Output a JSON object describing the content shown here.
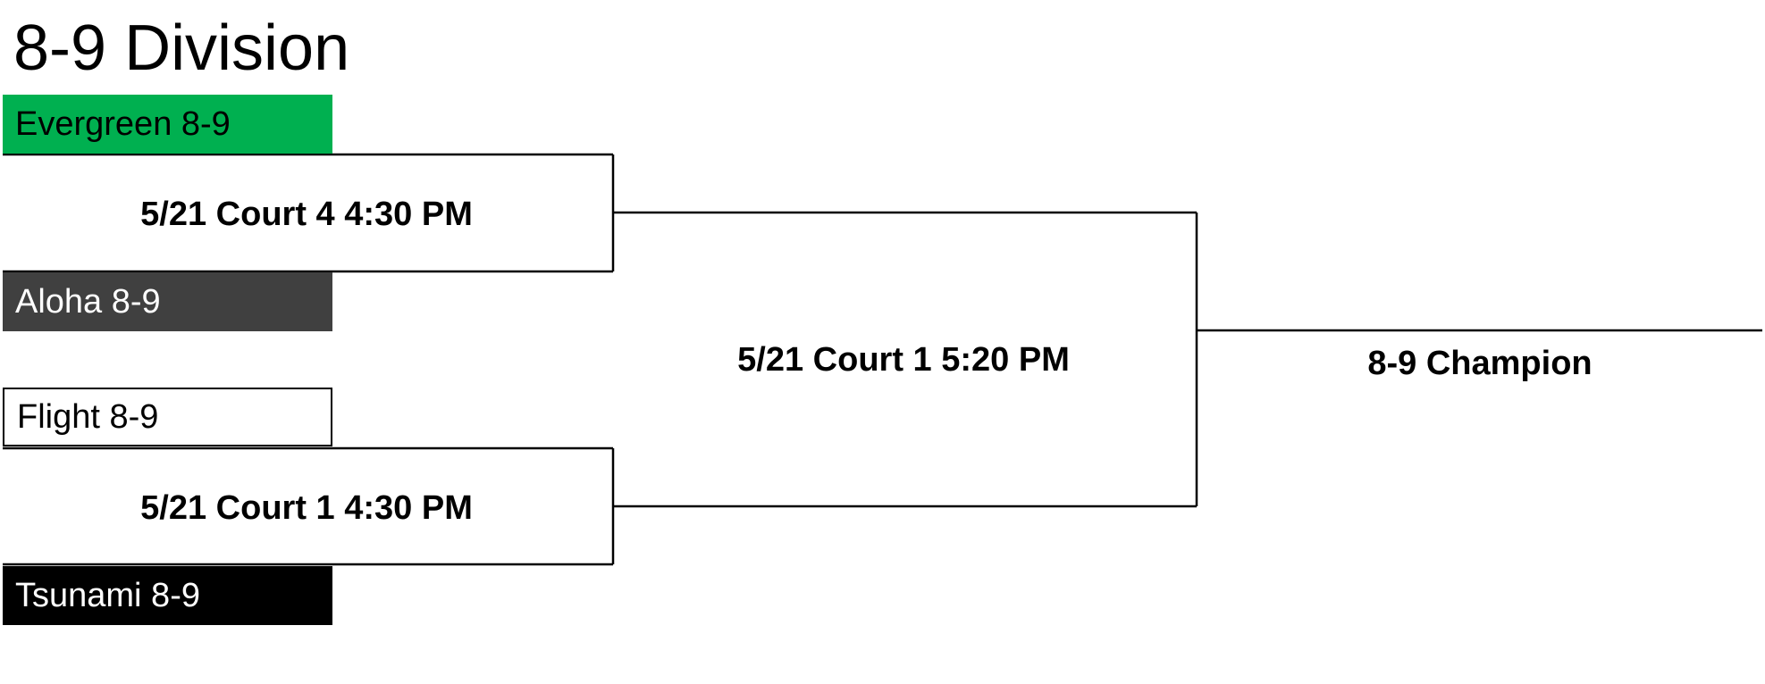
{
  "title": "8-9 Division",
  "teams": [
    {
      "name": "Evergreen 8-9",
      "fill": "#00b050",
      "text_color": "#000000"
    },
    {
      "name": "Aloha 8-9",
      "fill": "#404040",
      "text_color": "#ffffff"
    },
    {
      "name": "Flight 8-9",
      "fill": "#ffffff",
      "text_color": "#000000"
    },
    {
      "name": "Tsunami 8-9",
      "fill": "#000000",
      "text_color": "#ffffff"
    }
  ],
  "games": [
    {
      "label": "5/21 Court 4 4:30 PM"
    },
    {
      "label": "5/21 Court 1 4:30 PM"
    },
    {
      "label": "5/21 Court 1 5:20 PM"
    }
  ],
  "champion_label": "8-9 Champion"
}
